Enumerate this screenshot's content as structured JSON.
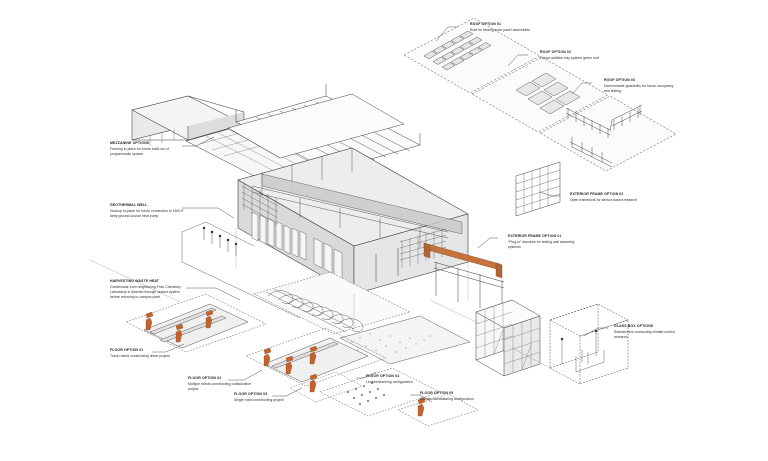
{
  "diagram": {
    "type": "exploded-axonometric",
    "subject": "Research and teaching laboratory building — flexible systems diagram",
    "colors": {
      "line": "#3c3c3c",
      "dashed": "#555555",
      "wall_fill": "#d9dadb",
      "wall_fill_light": "#eceded",
      "roof_fill": "#f2f2f2",
      "robot": "#c0632f",
      "beam": "#c4733c",
      "text": "#1a1a1a"
    },
    "callouts": [
      {
        "id": "roof-option-01",
        "title": "ROOF OPTION 01",
        "description": "Roof for testing solar panel assemblies"
      },
      {
        "id": "roof-option-02",
        "title": "ROOF OPTION 02",
        "description": "Future addition tray-system green roof"
      },
      {
        "id": "roof-option-03",
        "title": "ROOF OPTION 03",
        "description": "Demountable guardrails for future occupancy and testing"
      },
      {
        "id": "mezzanine-options",
        "title": "MEZZANINE OPTIONS",
        "description": "Framing in-place for future build-out of programmatic spaces"
      },
      {
        "id": "geothermal-well",
        "title": "GEOTHERMAL WELL",
        "description": "Hookup in-place for future connection to 1500 ft deep ground-source heat pump"
      },
      {
        "id": "harvesting-waste-heat",
        "title": "HARVESTING WASTE HEAT",
        "description": "Condensate from neighboring Frick Chemistry Laboratory is diverted through radiant system before returning to campus plant"
      },
      {
        "id": "exterior-frame-option-01",
        "title": "EXTERIOR FRAME OPTION 01",
        "description": "“Plug-in” structure for testing wall assembly systems"
      },
      {
        "id": "exterior-frame-option-02",
        "title": "EXTERIOR FRAME OPTION 02",
        "description": "Open framework for sensor-based research"
      },
      {
        "id": "glass-box-options",
        "title": "GLASS BOX OPTIONS",
        "description": "Researchers conducting climate control research"
      },
      {
        "id": "floor-option-01",
        "title": "FLOOR OPTION 01",
        "description": "Track robots constructing linear project"
      },
      {
        "id": "floor-option-02",
        "title": "FLOOR OPTION 02",
        "description": "Multiple robots constructing collaborative project"
      },
      {
        "id": "floor-option-03",
        "title": "FLOOR OPTION 03",
        "description": "Single robot constructing project"
      },
      {
        "id": "floor-option-04",
        "title": "FLOOR OPTION 04",
        "description": "Lecture/teaching configuration"
      },
      {
        "id": "floor-option-05",
        "title": "FLOOR OPTION 05",
        "description": "Robotic Sandblasting configuration"
      }
    ]
  }
}
